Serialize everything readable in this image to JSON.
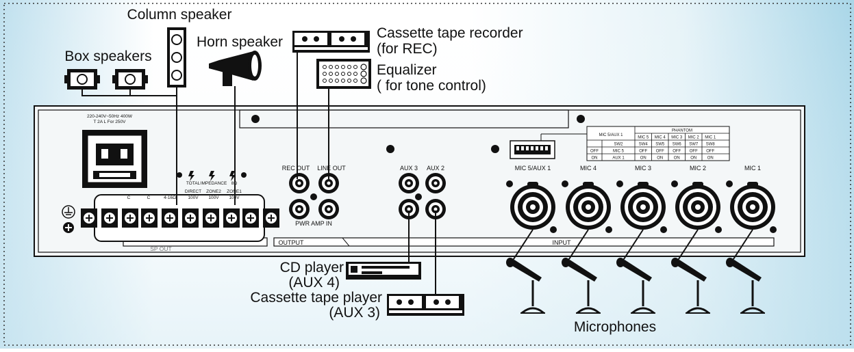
{
  "labels": {
    "box_speakers": "Box speakers",
    "column_speaker": "Column speaker",
    "horn_speaker": "Horn speaker",
    "cassette_recorder": "Cassette tape recorder",
    "cassette_recorder_sub": "(for REC)",
    "equalizer": "Equalizer",
    "equalizer_sub": "( for tone control)",
    "cd_player": "CD player",
    "cd_player_sub": "(AUX 4)",
    "cassette_player": "Cassette tape player",
    "cassette_player_sub": "(AUX 3)",
    "microphones": "Microphones"
  },
  "panel": {
    "power_rating_1": "220-240V~50Hz 400W",
    "power_rating_2": "T 2A L For 250V",
    "rec_out": "REC OUT",
    "line_out": "LINE OUT",
    "pwr_amp_in": "PWR AMP IN",
    "aux3": "AUX 3",
    "aux2": "AUX 2",
    "output": "OUTPUT",
    "input": "INPUT",
    "sp_out": "SP OUT",
    "total": "TOTAL",
    "impedance": "IMPEDANCE",
    "8ohm": "8Ω",
    "direct": "DIRECT",
    "zone2": "ZONE2",
    "zone1": "ZONE1",
    "term_c1": "C",
    "term_c2": "C",
    "term_4_16": "4-16Ω",
    "term_100v_1": "100V",
    "term_100v_2": "100V",
    "term_100v_3": "100V",
    "mic_labels": [
      "MIC 5/AUX 1",
      "MIC 4",
      "MIC 3",
      "MIC 2",
      "MIC 1"
    ]
  },
  "phantom_table": {
    "header_left": "MIC 5/AUX 1",
    "header_right": "PHANTOM",
    "mic_cols": [
      "MIC 5",
      "MIC 4",
      "MIC 3",
      "MIC 2",
      "MIC 1"
    ],
    "row_sw": [
      "SW2",
      "SW4",
      "SW5",
      "SW6",
      "SW7",
      "SW8"
    ],
    "row_off": [
      "OFF",
      "MIC 5",
      "OFF",
      "OFF",
      "OFF",
      "OFF",
      "OFF"
    ],
    "row_on": [
      "ON",
      "AUX 1",
      "ON",
      "ON",
      "ON",
      "ON",
      "ON"
    ]
  },
  "colors": {
    "panel_fill": "#f4f7f8",
    "line": "#111111",
    "bg_center": "#ffffff",
    "bg_edge": "#a9d6e8"
  }
}
